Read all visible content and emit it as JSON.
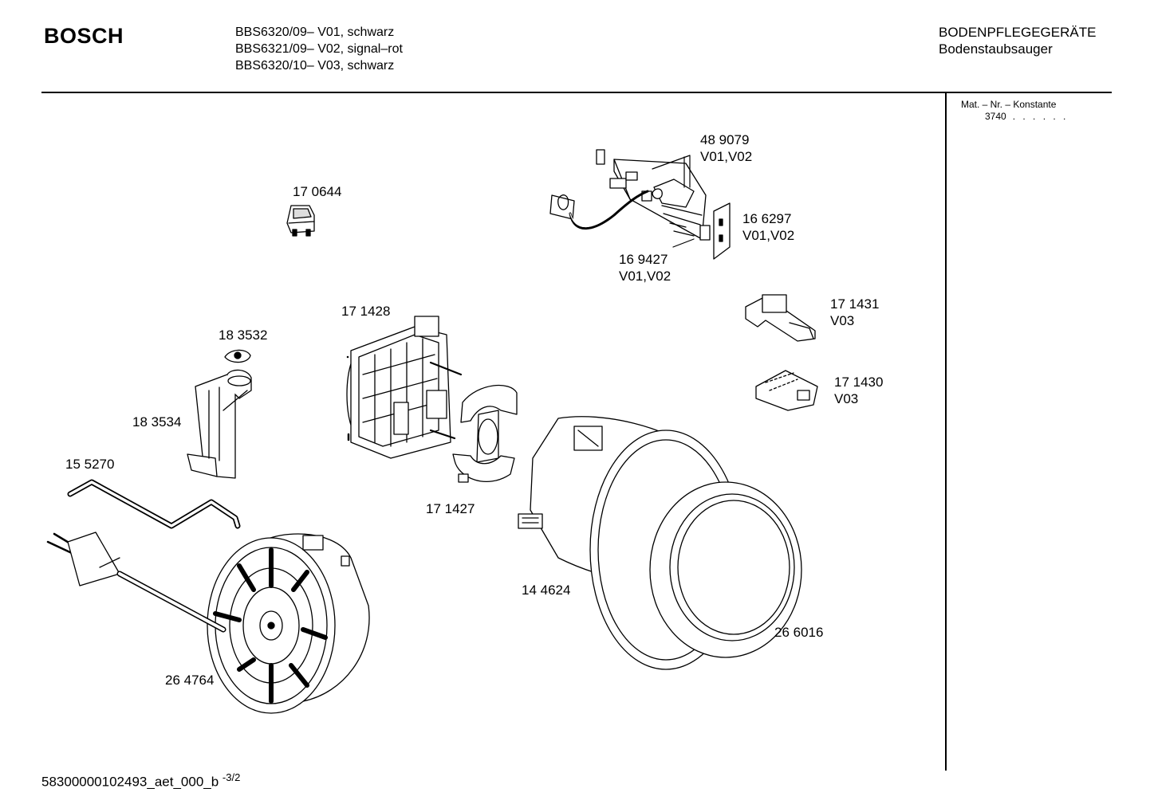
{
  "header": {
    "brand": "BOSCH",
    "models": [
      "BBS6320/09– V01, schwarz",
      "BBS6321/09– V02, signal–rot",
      "BBS6320/10– V03, schwarz"
    ],
    "category": "BODENPFLEGEGERÄTE",
    "subcategory": "Bodenstaubsauger"
  },
  "side_panel": {
    "title": "Mat. – Nr. – Konstante",
    "code": "3740",
    "dots": ". . . . . ."
  },
  "parts": [
    {
      "number": "48 9079",
      "variant": "V01,V02"
    },
    {
      "number": "17 0644",
      "variant": ""
    },
    {
      "number": "16 6297",
      "variant": "V01,V02"
    },
    {
      "number": "16 9427",
      "variant": "V01,V02"
    },
    {
      "number": "17 1428",
      "variant": ""
    },
    {
      "number": "17 1431",
      "variant": "V03"
    },
    {
      "number": "18 3532",
      "variant": ""
    },
    {
      "number": "17 1430",
      "variant": "V03"
    },
    {
      "number": "18 3534",
      "variant": ""
    },
    {
      "number": "15 5270",
      "variant": ""
    },
    {
      "number": "17 1427",
      "variant": ""
    },
    {
      "number": "14 4624",
      "variant": ""
    },
    {
      "number": "26 6016",
      "variant": ""
    },
    {
      "number": "26 4764",
      "variant": ""
    }
  ],
  "footer": {
    "doc_id": "58300000102493_aet_000_b",
    "page": "-3/2"
  }
}
